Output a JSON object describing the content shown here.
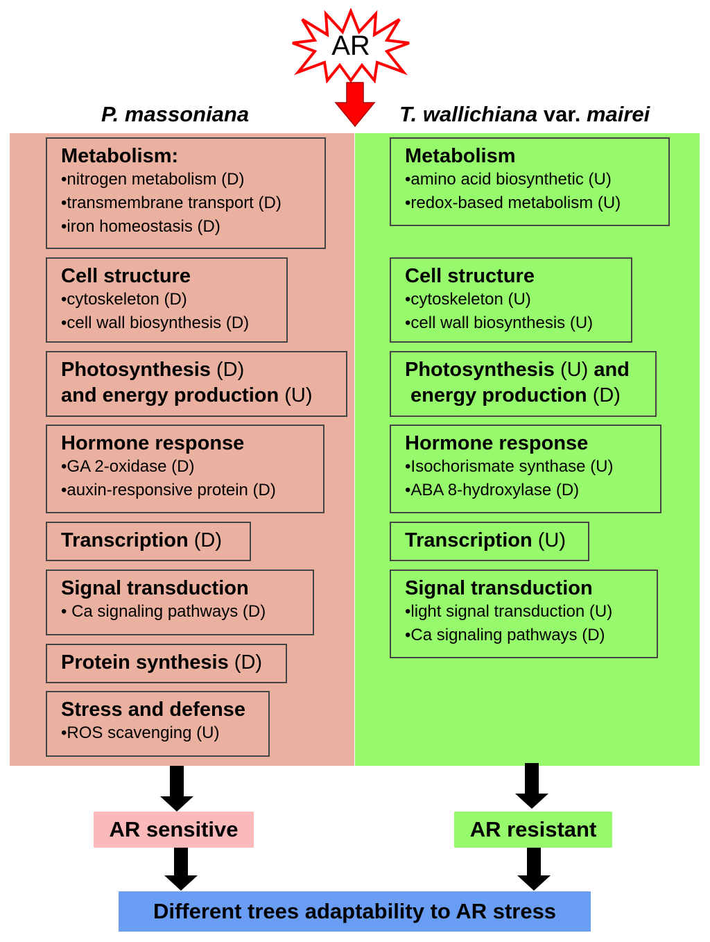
{
  "trigger": {
    "label": "AR"
  },
  "species": {
    "left": "P. massoniana",
    "right_italic1": "T. wallichiana",
    "right_normal": " var. ",
    "right_italic2": "mairei"
  },
  "left_boxes": [
    {
      "head": "Metabolism:",
      "head_tag": "",
      "items": [
        "•nitrogen metabolism (D)",
        "•transmembrane transport (D)",
        "•iron homeostasis (D)"
      ]
    },
    {
      "head": "Cell structure",
      "head_tag": "",
      "items": [
        "•cytoskeleton (D)",
        "•cell wall biosynthesis (D)"
      ]
    },
    {
      "head": "Photosynthesis",
      "head_tag": " (D)",
      "head2": "and energy production",
      "head2_tag": " (U)",
      "items": []
    },
    {
      "head": "Hormone response",
      "head_tag": "",
      "items": [
        "•GA 2-oxidase (D)",
        "•auxin-responsive protein (D)"
      ]
    },
    {
      "head": "Transcription",
      "head_tag": " (D)",
      "items": []
    },
    {
      "head": "Signal transduction",
      "head_tag": "",
      "items": [
        "• Ca signaling pathways (D)"
      ]
    },
    {
      "head": "Protein synthesis",
      "head_tag": " (D)",
      "items": []
    },
    {
      "head": "Stress and defense",
      "head_tag": "",
      "items": [
        "•ROS scavenging (U)"
      ]
    }
  ],
  "right_boxes": [
    {
      "head": "Metabolism",
      "head_tag": "",
      "items": [
        "•amino acid biosynthetic (U)",
        "•redox-based metabolism (U)"
      ]
    },
    {
      "head": "Cell structure",
      "head_tag": "",
      "items": [
        "•cytoskeleton (U)",
        "•cell wall biosynthesis (U)"
      ]
    },
    {
      "head": "Photosynthesis",
      "head_tag": " (U) ",
      "head_after": "and",
      "head2": " energy production",
      "head2_tag": " (D)",
      "items": []
    },
    {
      "head": "Hormone response",
      "head_tag": "",
      "items": [
        "•Isochorismate synthase (U)",
        "•ABA 8-hydroxylase (D)"
      ]
    },
    {
      "head": "Transcription",
      "head_tag": " (U)",
      "items": []
    },
    {
      "head": "Signal transduction",
      "head_tag": "",
      "items": [
        "•light signal transduction (U)",
        "•Ca signaling pathways (D)"
      ]
    }
  ],
  "outcomes": {
    "left": "AR sensitive",
    "right": "AR resistant",
    "final": "Different trees adaptability to AR stress"
  },
  "colors": {
    "left_panel": "#eab0a0",
    "right_panel": "#97fa6c",
    "sensitive_box": "#fbb9b9",
    "resistant_box": "#97fa6c",
    "final_box": "#6a9ef4",
    "trigger_star": "#ff0000",
    "trigger_arrow": "#ff0000"
  }
}
